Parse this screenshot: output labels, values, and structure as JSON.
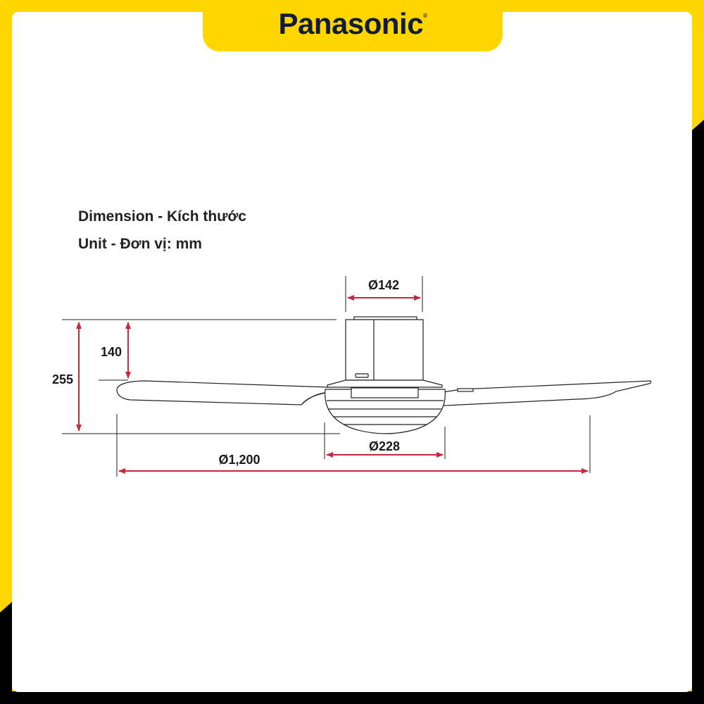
{
  "brand": {
    "logo": "Panasonic",
    "color_yellow": "#FFD500",
    "color_logo": "#0f1d38"
  },
  "header": {
    "title": "Dimension - Kích thước",
    "unit": "Unit - Đơn vị: mm"
  },
  "dimensions": {
    "motor_diameter": "Ø142",
    "canopy_height": "140",
    "total_height": "255",
    "light_diameter": "Ø228",
    "sweep_diameter": "Ø1,200"
  },
  "colors": {
    "dimension_arrow": "#c8283c",
    "line": "#222222"
  }
}
